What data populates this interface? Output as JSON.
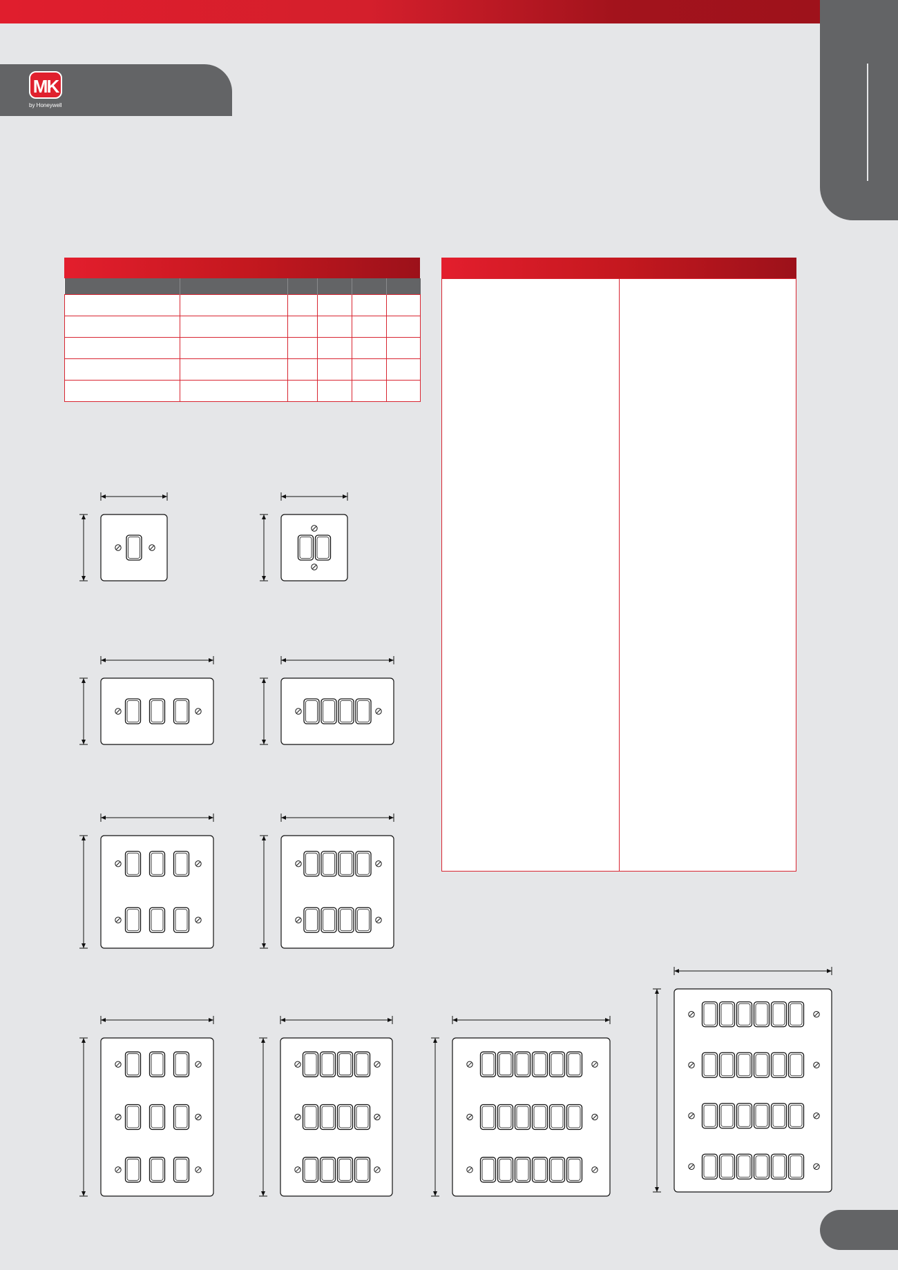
{
  "brand": {
    "logo_text": "MK",
    "sub_text": "by Honeywell",
    "accent": "#e01e2d",
    "dark_red": "#9e121b",
    "grey": "#636466",
    "background": "#e5e6e8"
  },
  "plates": [
    {
      "cols": 1,
      "rows": 1
    },
    {
      "cols": 2,
      "rows": 1
    },
    {
      "cols": 3,
      "rows": 1
    },
    {
      "cols": 4,
      "rows": 1
    },
    {
      "cols": 3,
      "rows": 2
    },
    {
      "cols": 4,
      "rows": 2
    },
    {
      "cols": 3,
      "rows": 3
    },
    {
      "cols": 4,
      "rows": 3
    },
    {
      "cols": 6,
      "rows": 3
    },
    {
      "cols": 6,
      "rows": 4
    }
  ]
}
